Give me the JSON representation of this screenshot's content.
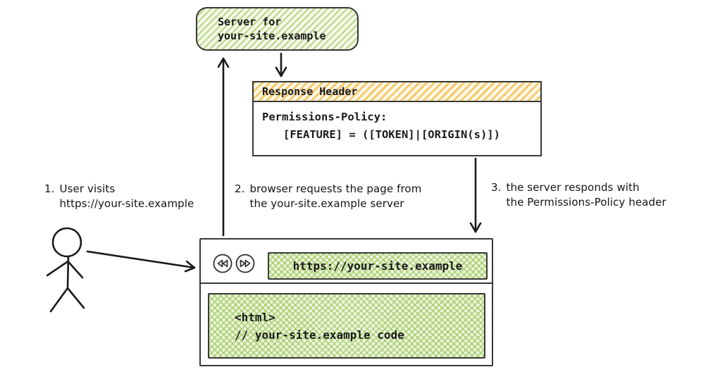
{
  "colors": {
    "green_stripe": "#b9d78a",
    "green_fill_bg": "#eff6df",
    "orange_stripe": "#f5ca6d",
    "ink": "#1a1a1a"
  },
  "server_box": {
    "line1": "Server for",
    "line2": "your-site.example"
  },
  "response_header": {
    "title": "Response Header",
    "body_line1": "Permissions-Policy:",
    "body_line2": "[FEATURE] = ([TOKEN]|[ORIGIN(s)])"
  },
  "steps": [
    {
      "num": "1.",
      "line1": "User visits",
      "line2": "https://your-site.example"
    },
    {
      "num": "2.",
      "line1": "browser requests the page from",
      "line2": "the your-site.example server"
    },
    {
      "num": "3.",
      "line1": "the server responds with",
      "line2": "the Permissions-Policy header"
    }
  ],
  "browser": {
    "back_icon": "double-arrow-left",
    "forward_icon": "double-arrow-right",
    "url": "https://your-site.example",
    "content_line1": "<html>",
    "content_line2": "// your-site.example code"
  }
}
